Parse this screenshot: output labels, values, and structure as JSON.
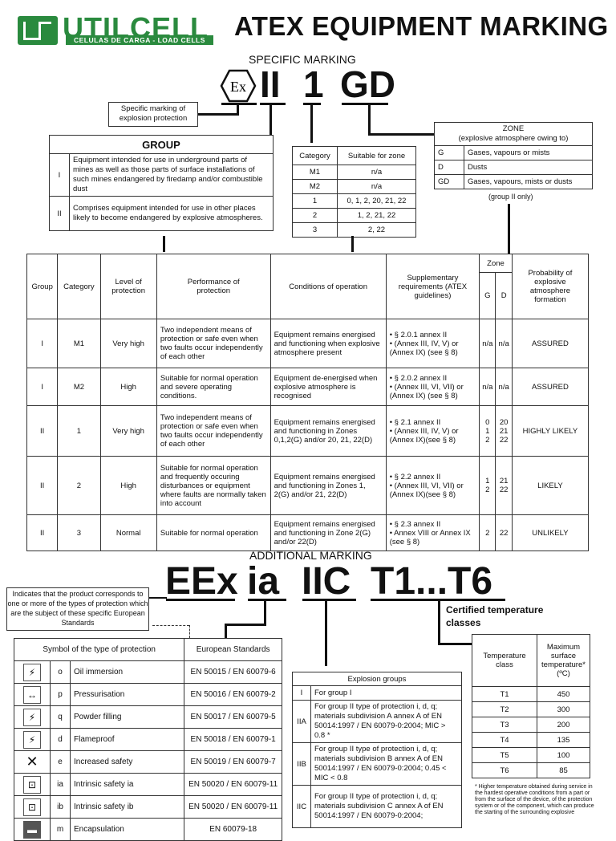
{
  "header": {
    "logo_word": "UTILCELL",
    "logo_sub": "CELULAS DE CARGA  -  LOAD CELLS",
    "title": "ATEX EQUIPMENT MARKING"
  },
  "specific": {
    "heading": "SPECIFIC MARKING",
    "ex_symbol": "Ex",
    "code_group": "II",
    "code_cat": "1",
    "code_zone": "GD",
    "callout": "Specific marking of explosion protection"
  },
  "group_table": {
    "title": "GROUP",
    "rows": [
      {
        "g": "I",
        "text": "Equipment intended for use in underground parts of mines as well as those parts of surface installations of such mines endangered by firedamp and/or combustible dust"
      },
      {
        "g": "II",
        "text": "Comprises equipment intended for use in other places likely to become endangered by explosive atmospheres."
      }
    ]
  },
  "category_table": {
    "headers": [
      "Category",
      "Suitable for zone"
    ],
    "rows": [
      [
        "M1",
        "n/a"
      ],
      [
        "M2",
        "n/a"
      ],
      [
        "1",
        "0, 1, 2, 20, 21, 22"
      ],
      [
        "2",
        "1, 2, 21, 22"
      ],
      [
        "3",
        "2, 22"
      ]
    ]
  },
  "zone_table": {
    "title": "ZONE",
    "subtitle": "(explosive atmosphere owing to)",
    "rows": [
      [
        "G",
        "Gases, vapours or mists"
      ],
      [
        "D",
        "Dusts"
      ],
      [
        "GD",
        "Gases, vapours, mists or dusts"
      ]
    ],
    "note": "(group II only)"
  },
  "main_table": {
    "headers": {
      "group": "Group",
      "category": "Category",
      "level": "Level of protection",
      "performance": "Performance of protection",
      "conditions": "Conditions of operation",
      "supp": "Supplementary requirements (ATEX guidelines)",
      "zone": "Zone",
      "g": "G",
      "d": "D",
      "prob": "Probability of explosive atmosphere formation"
    },
    "rows": [
      {
        "group": "I",
        "cat": "M1",
        "level": "Very high",
        "perf": "Two independent means of protection or safe even when two faults occur independently of each other",
        "cond": "Equipment remains energised and functioning when explosive atmosphere present",
        "supp": "• § 2.0.1 annex II\n• (Annex III, IV, V) or (Annex IX) (see § 8)",
        "g": "n/a",
        "d": "n/a",
        "prob": "ASSURED"
      },
      {
        "group": "I",
        "cat": "M2",
        "level": "High",
        "perf": "Suitable for normal operation and severe operating conditions.",
        "cond": "Equipment de-energised when explosive atmosphere is recognised",
        "supp": "• § 2.0.2 annex II\n• (Annex III, VI, VII) or (Annex IX) (see § 8)",
        "g": "n/a",
        "d": "n/a",
        "prob": "ASSURED"
      },
      {
        "group": "II",
        "cat": "1",
        "level": "Very high",
        "perf": "Two independent means of protection or safe even when two faults occur independently of each other",
        "cond": "Equipment remains energised and functioning in Zones 0,1,2(G) and/or 20, 21, 22(D)",
        "supp": "• § 2.1 annex II\n• (Annex III, IV, V) or (Annex IX)(see § 8)",
        "g": "0\n1\n2",
        "d": "20\n21\n22",
        "prob": "HIGHLY LIKELY"
      },
      {
        "group": "II",
        "cat": "2",
        "level": "High",
        "perf": "Suitable for normal operation and frequently occuring disturbances or equipment where faults are normally taken into account",
        "cond": "Equipment remains energised and functioning in Zones 1, 2(G) and/or 21, 22(D)",
        "supp": "• § 2.2 annex II\n• (Annex III, VI, VII) or (Annex IX)(see § 8)",
        "g": "1\n2",
        "d": "21\n22",
        "prob": "LIKELY"
      },
      {
        "group": "II",
        "cat": "3",
        "level": "Normal",
        "perf": "Suitable for normal operation",
        "cond": "Equipment remains energised and functioning in Zone 2(G) and/or 22(D)",
        "supp": "• § 2.3 annex II\n• Annex VIII or Annex IX (see § 8)",
        "g": "2",
        "d": "22",
        "prob": "UNLIKELY"
      }
    ]
  },
  "additional": {
    "heading": "ADDITIONAL MARKING",
    "code": [
      "EEx",
      "ia",
      "IIC",
      "T1...T6"
    ],
    "callout": "Indicates that the product corresponds to one or more of the types of protection which are the subject of these specific European Standards",
    "certified": "Certified temperature classes"
  },
  "protection_table": {
    "headers": [
      "Symbol of the type of protection",
      "European Standards"
    ],
    "rows": [
      [
        "o",
        "Oil immersion",
        "EN 50015 / EN 60079-6"
      ],
      [
        "p",
        "Pressurisation",
        "EN 50016 / EN 60079-2"
      ],
      [
        "q",
        "Powder filling",
        "EN 50017 / EN 60079-5"
      ],
      [
        "d",
        "Flameproof",
        "EN 50018 / EN 60079-1"
      ],
      [
        "e",
        "Increased safety",
        "EN 50019 / EN 60079-7"
      ],
      [
        "ia",
        "Intrinsic safety ia",
        "EN 50020 / EN 60079-11"
      ],
      [
        "ib",
        "Intrinsic safety ib",
        "EN 50020 / EN 60079-11"
      ],
      [
        "m",
        "Encapsulation",
        "EN 60079-18"
      ]
    ]
  },
  "explosion_groups": {
    "title": "Explosion groups",
    "rows": [
      [
        "I",
        "For group I"
      ],
      [
        "IIA",
        "For group II type of protection i, d, q; materials subdivision A annex A of EN 50014:1997 / EN 60079-0:2004; MIC > 0.8 *"
      ],
      [
        "IIB",
        "For group II type of protection i, d, q; materials subdivision B annex A of EN 50014:1997 / EN 60079-0:2004; 0.45 < MIC < 0.8"
      ],
      [
        "IIC",
        "For group II type of protection i, d, q; materials subdivision C annex A of EN 50014:1997 / EN 60079-0:2004;"
      ]
    ]
  },
  "temp_table": {
    "headers": [
      "Temperature class",
      "Maximum surface temperature* (ºC)"
    ],
    "rows": [
      [
        "T1",
        "450"
      ],
      [
        "T2",
        "300"
      ],
      [
        "T3",
        "200"
      ],
      [
        "T4",
        "135"
      ],
      [
        "T5",
        "100"
      ],
      [
        "T6",
        "85"
      ]
    ],
    "footnote": "* Higher temperature obtained during service in the hardest operative conditions from a part or from the surface of the device, of the protection system or of the component, which can produce the starting of the surrounding explosive"
  }
}
